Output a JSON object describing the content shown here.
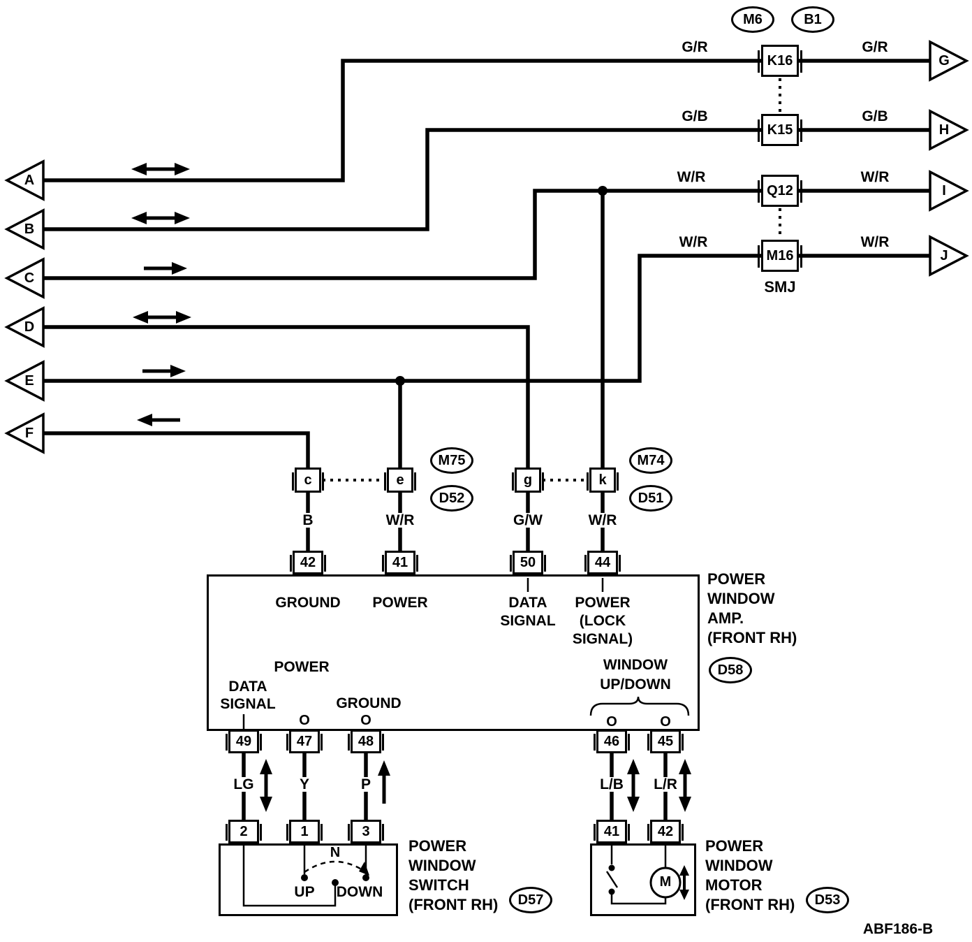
{
  "diagram_code": "ABF186-B",
  "top_connector_ovals": {
    "left": "M6",
    "right": "B1"
  },
  "smj": {
    "label": "SMJ",
    "rows": [
      {
        "connector": "K16",
        "wire_color_left": "G/R",
        "wire_color_right": "G/R",
        "out_arrow": "G"
      },
      {
        "connector": "K15",
        "wire_color_left": "G/B",
        "wire_color_right": "G/B",
        "out_arrow": "H"
      },
      {
        "connector": "Q12",
        "wire_color_left": "W/R",
        "wire_color_right": "W/R",
        "out_arrow": "I"
      },
      {
        "connector": "M16",
        "wire_color_left": "W/R",
        "wire_color_right": "W/R",
        "out_arrow": "J"
      }
    ]
  },
  "left_connector_arrows": [
    "A",
    "B",
    "C",
    "D",
    "E",
    "F"
  ],
  "door_harness_connectors": {
    "pins": [
      "c",
      "e",
      "g",
      "k"
    ],
    "oval_top_left": "M75",
    "oval_bottom_left": "D52",
    "oval_top_right": "M74",
    "oval_bottom_right": "D51",
    "wire_colors": [
      "B",
      "W/R",
      "G/W",
      "W/R"
    ]
  },
  "amp": {
    "title_lines": [
      "POWER",
      "WINDOW",
      "AMP.",
      "(FRONT RH)"
    ],
    "oval": "D58",
    "top_pins": [
      "42",
      "41",
      "50",
      "44"
    ],
    "pin_42_label": "GROUND",
    "pin_41_label": "POWER",
    "pin_50_label_lines": [
      "DATA",
      "SIGNAL"
    ],
    "pin_44_label_lines": [
      "POWER",
      "(LOCK",
      "SIGNAL)"
    ],
    "lower_power_label": "POWER",
    "lower_data_signal_lines": [
      "DATA",
      "SIGNAL"
    ],
    "lower_ground_label": "GROUND",
    "window_updown_lines": [
      "WINDOW",
      "UP/DOWN"
    ],
    "o_marks": [
      "O",
      "O",
      "O",
      "O"
    ],
    "bottom_pins": [
      "49",
      "47",
      "48",
      "46",
      "45"
    ],
    "bottom_wire_colors": [
      "LG",
      "Y",
      "P",
      "L/B",
      "L/R"
    ]
  },
  "switch": {
    "pins": [
      "2",
      "1",
      "3"
    ],
    "neutral_label": "N",
    "up_label": "UP",
    "down_label": "DOWN",
    "title_lines": [
      "POWER",
      "WINDOW",
      "SWITCH",
      "(FRONT RH)"
    ],
    "oval": "D57"
  },
  "motor": {
    "pins": [
      "41",
      "42"
    ],
    "motor_label": "M",
    "title_lines": [
      "POWER",
      "WINDOW",
      "MOTOR",
      "(FRONT RH)"
    ],
    "oval": "D53"
  }
}
